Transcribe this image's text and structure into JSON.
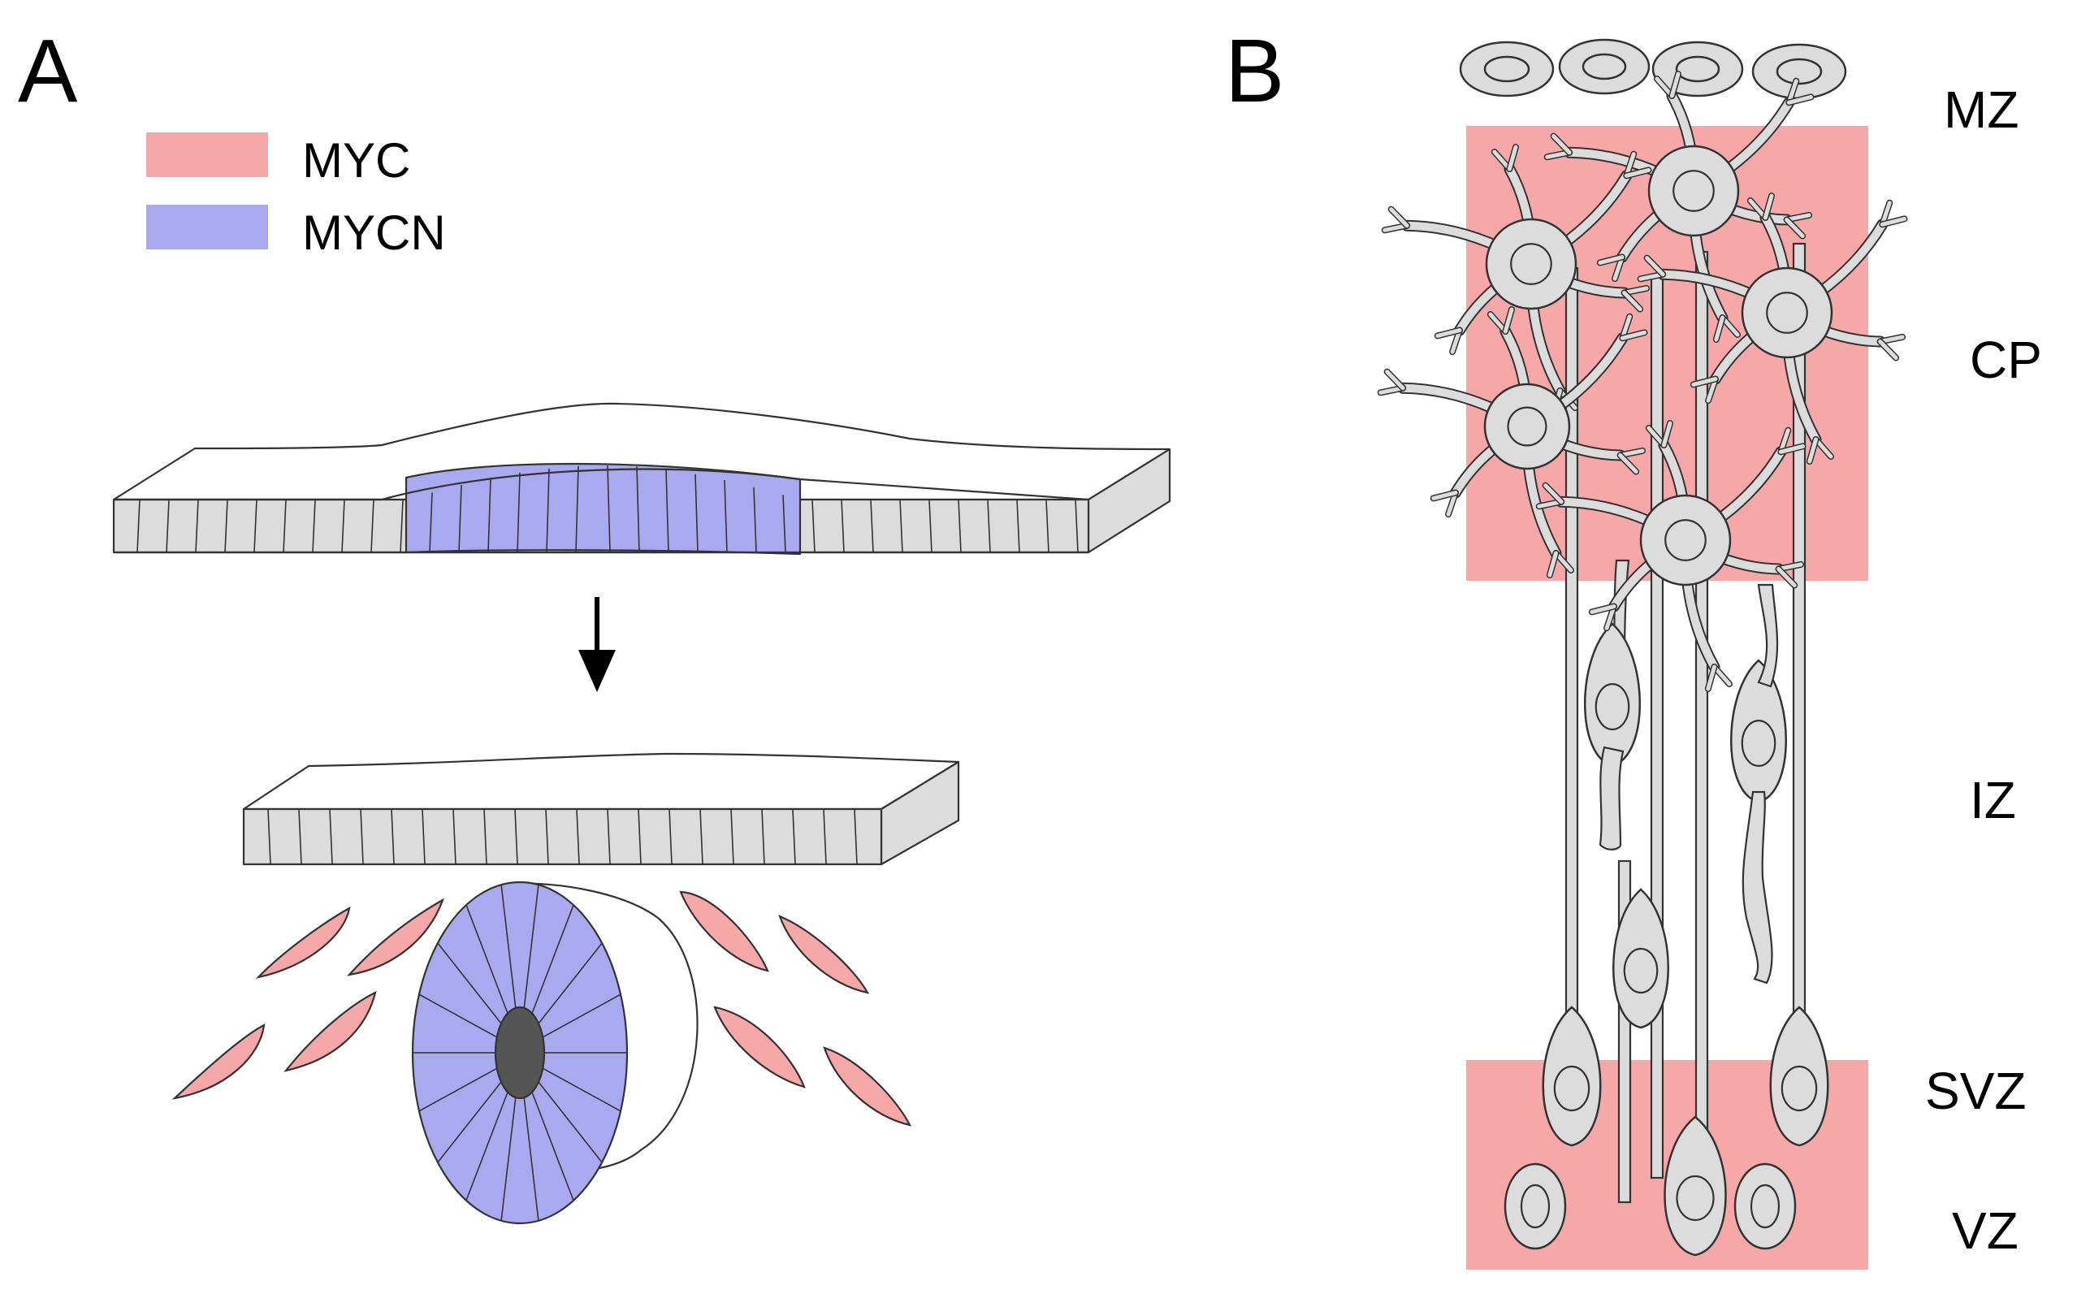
{
  "panels": {
    "a": {
      "label": "A"
    },
    "b": {
      "label": "B"
    }
  },
  "legend": [
    {
      "name": "MYC",
      "color": "#f6a8a8"
    },
    {
      "name": "MYCN",
      "color": "#a9a9ef"
    }
  ],
  "colors": {
    "gray_cell": "#dcdcdc",
    "outline": "#333333",
    "lumen": "#555555",
    "myc": "#f6a8a8",
    "mycn": "#a9a9ef"
  },
  "zones": [
    "MZ",
    "CP",
    "IZ",
    "SVZ",
    "VZ"
  ]
}
